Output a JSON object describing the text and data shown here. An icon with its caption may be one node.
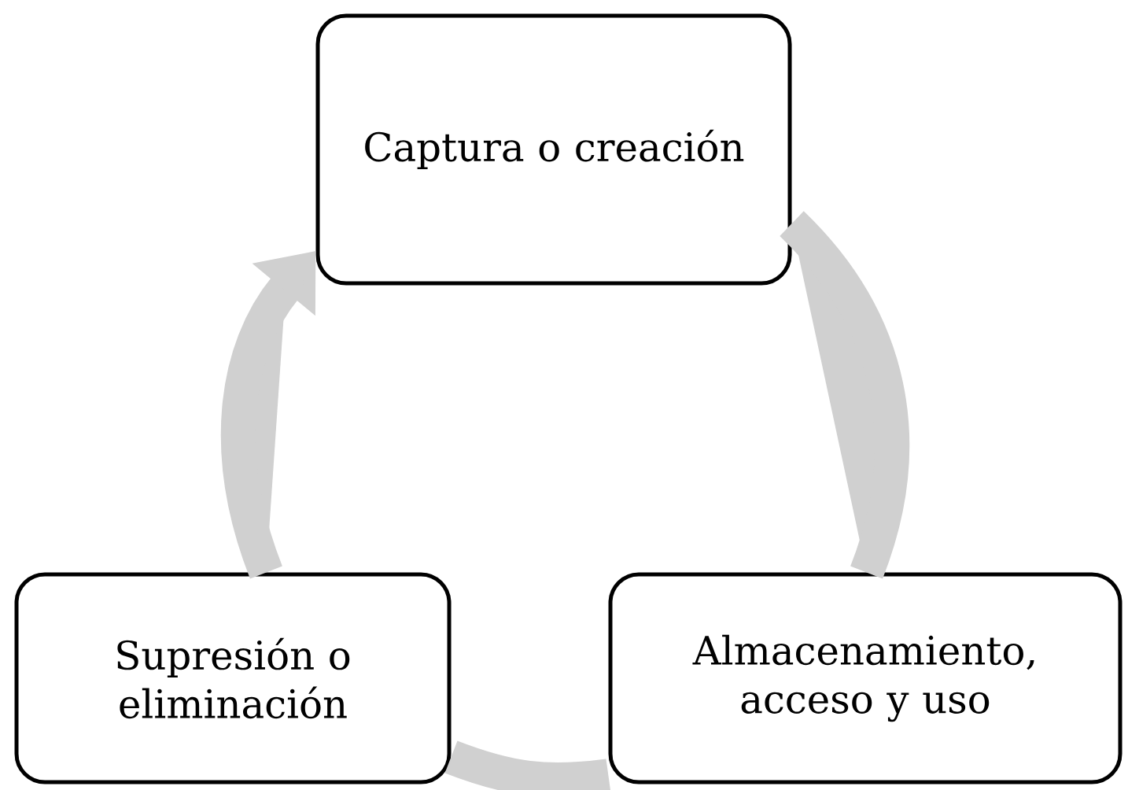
{
  "diagram": {
    "nodes": [
      {
        "text": [
          "Captura o creación"
        ]
      },
      {
        "text": [
          "Almacenamiento, acceso y  uso"
        ]
      },
      {
        "text": [
          "Supresión o eliminación"
        ]
      }
    ],
    "edges": [
      {
        "from": 0,
        "to": 1,
        "arrow": "none"
      },
      {
        "from": 1,
        "to": 2,
        "arrow": "none"
      },
      {
        "from": 2,
        "to": 0,
        "arrow": "to"
      }
    ]
  }
}
